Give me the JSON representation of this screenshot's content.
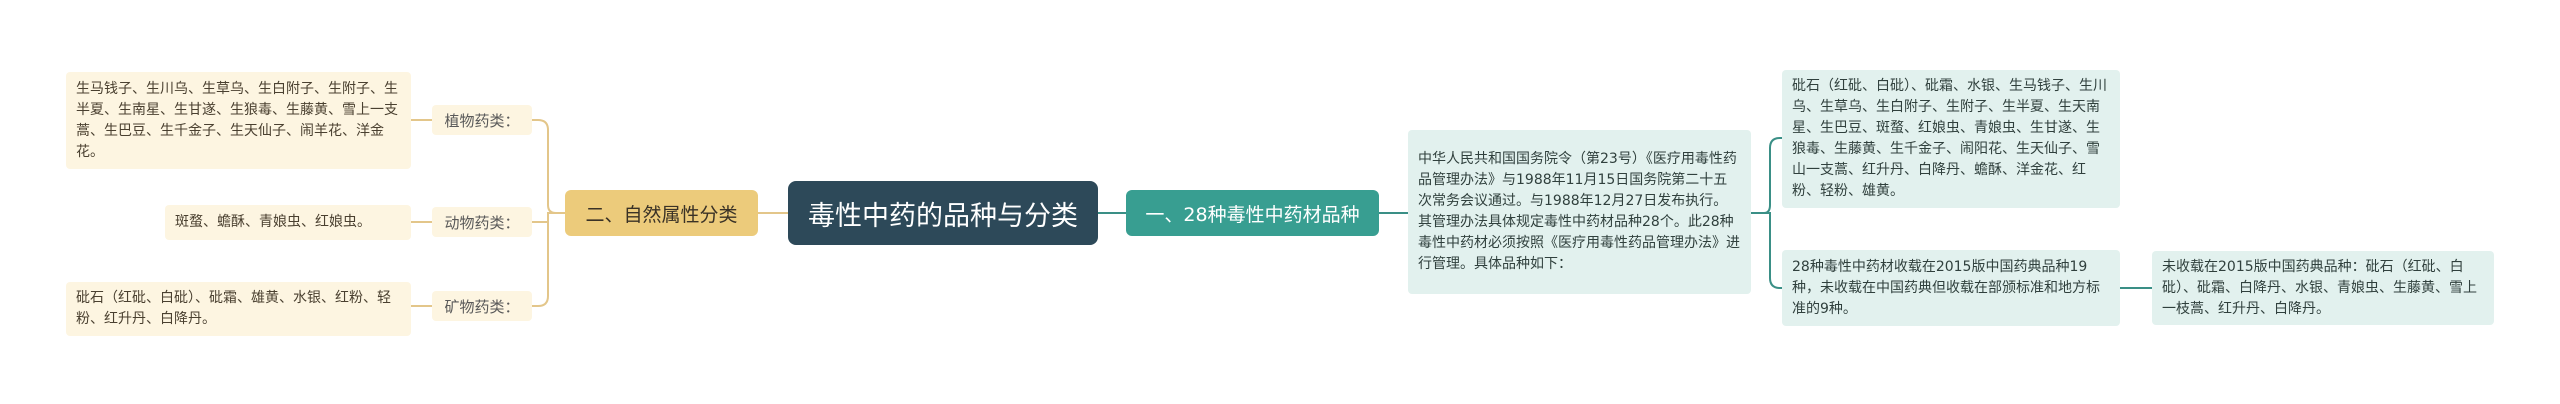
{
  "center": {
    "title": "毒性中药的品种与分类"
  },
  "left_branch": {
    "label": "二、自然属性分类",
    "categories": [
      {
        "label": "植物药类：",
        "detail": "生马钱子、生川乌、生草乌、生白附子、生附子、生半夏、生南星、生甘遂、生狼毒、生藤黄、雪上一支蒿、生巴豆、生千金子、生天仙子、闹羊花、洋金花。"
      },
      {
        "label": "动物药类：",
        "detail": "斑蝥、蟾酥、青娘虫、红娘虫。"
      },
      {
        "label": "矿物药类：",
        "detail": "砒石（红砒、白砒）、砒霜、雄黄、水银、红粉、轻粉、红升丹、白降丹。"
      }
    ]
  },
  "right_branch": {
    "label": "一、28种毒性中药材品种",
    "intro": "中华人民共和国国务院令（第23号）《医疗用毒性药品管理办法》与1988年11月15日国务院第二十五次常务会议通过。与1988年12月27日发布执行。其管理办法具体规定毒性中药材品种28个。此28种毒性中药材必须按照《医疗用毒性药品管理办法》进行管理。具体品种如下：",
    "list": "砒石（红砒、白砒）、砒霜、水银、生马钱子、生川乌、生草乌、生白附子、生附子、生半夏、生天南星、生巴豆、斑蝥、红娘虫、青娘虫、生甘遂、生狼毒、生藤黄、生千金子、闹阳花、生天仙子、雪山一支蒿、红升丹、白降丹、蟾酥、洋金花、红粉、轻粉、雄黄。",
    "pharmacopoeia": "28种毒性中药材收载在2015版中国药典品种19种，未收载在中国药典但收载在部颁标准和地方标准的9种。",
    "not_included": "未收载在2015版中国药典品种：砒石（红砒、白砒）、砒霜、白降丹、水银、青娘虫、生藤黄、雪上一枝蒿、红升丹、白降丹。"
  },
  "colors": {
    "center_bg": "#2d4959",
    "left_branch_bg": "#eccb7b",
    "right_branch_bg": "#389e91",
    "left_leaf_bg": "#fdf5e1",
    "right_leaf_bg": "#e2f1ee",
    "left_line": "#e3c68a",
    "right_line": "#3a8f86"
  }
}
